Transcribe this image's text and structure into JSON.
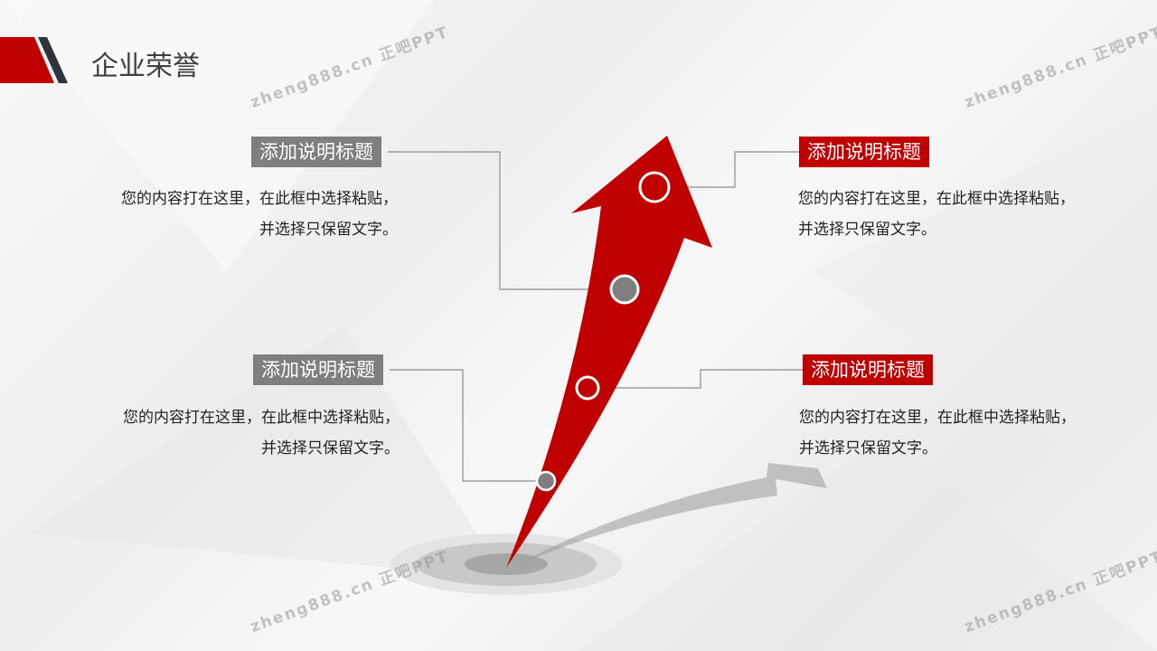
{
  "slide_title": "企业荣誉",
  "watermark": "zheng888.cn 正吧PPT",
  "items": [
    {
      "title": "添加说明标题",
      "line1": "您的内容打在这里，在此框中选择粘贴，",
      "line2": "并选择只保留文字。"
    },
    {
      "title": "添加说明标题",
      "line1": "您的内容打在这里，在此框中选择粘贴，",
      "line2": "并选择只保留文字。"
    },
    {
      "title": "添加说明标题",
      "line1": "您的内容打在这里，在此框中选择粘贴，",
      "line2": "并选择只保留文字。"
    },
    {
      "title": "添加说明标题",
      "line1": "您的内容打在这里，在此框中选择粘贴，",
      "line2": "并选择只保留文字。"
    }
  ],
  "colors": {
    "accent": "#c00000",
    "gray": "#7f7f7f",
    "dark": "#2f333b"
  }
}
